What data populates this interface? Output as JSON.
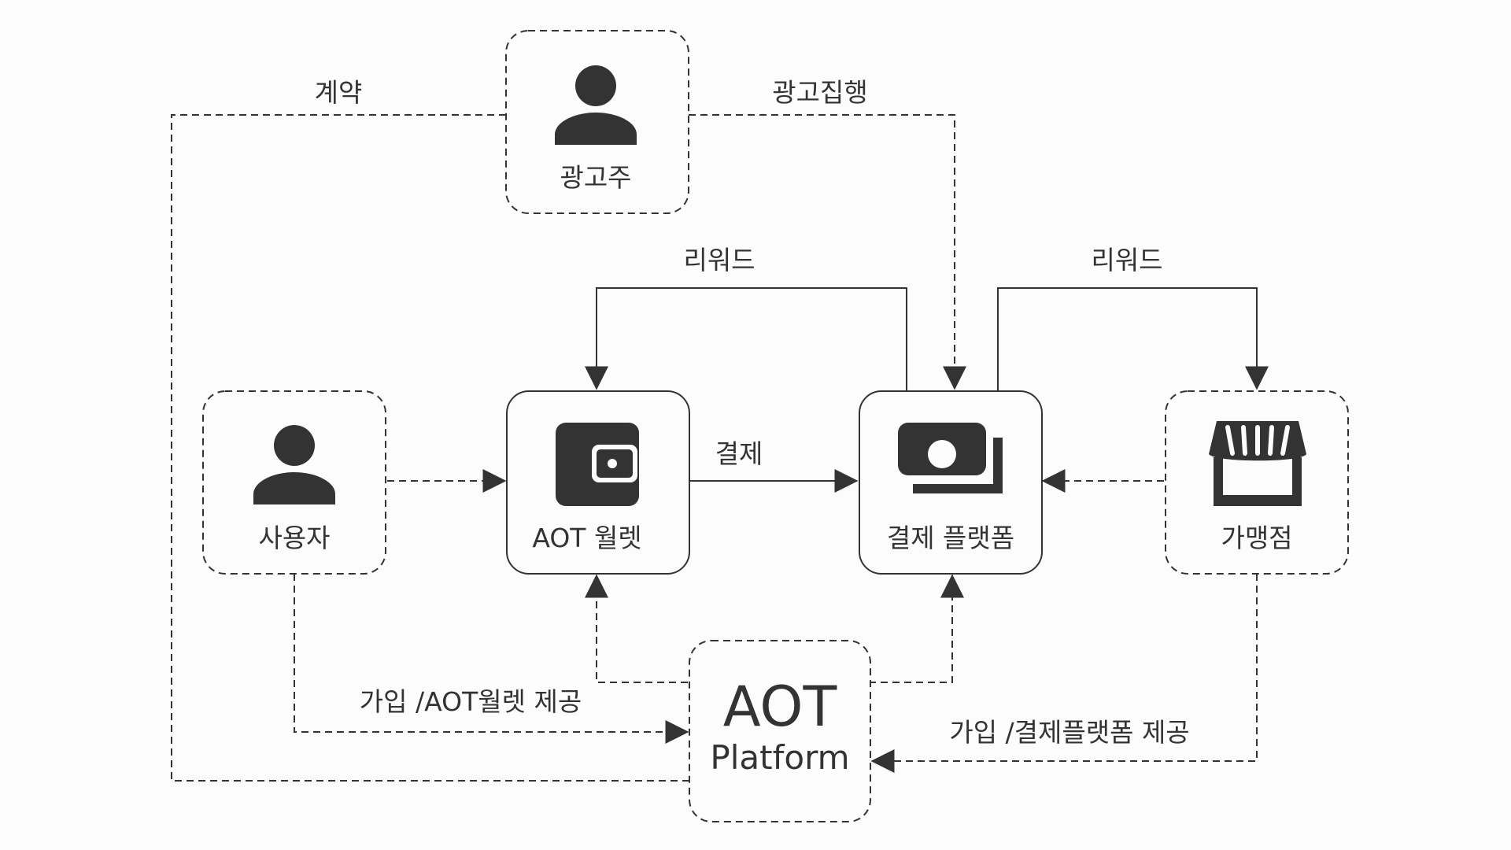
{
  "nodes": {
    "advertiser": {
      "label": "광고주",
      "icon": "person-icon"
    },
    "user": {
      "label": "사용자",
      "icon": "person-icon"
    },
    "wallet": {
      "label": "AOT 월렛",
      "icon": "wallet-icon"
    },
    "payment_platform": {
      "label": "결제 플랫폼",
      "icon": "payment-cash-icon"
    },
    "merchant": {
      "label": "가맹점",
      "icon": "storefront-icon"
    },
    "aot_platform": {
      "title": "AOT",
      "subtitle": "Platform"
    }
  },
  "edges": {
    "contract": "계약",
    "ad_execution": "광고집행",
    "reward_to_wallet": "리워드",
    "reward_to_merchant": "리워드",
    "payment": "결제",
    "user_signup": "가입 /AOT월렛 제공",
    "merchant_signup": "가입 /결제플랫폼 제공"
  },
  "colors": {
    "background": "#fcfcfc",
    "stroke": "#333333",
    "icon": "#333333",
    "text": "#333333"
  }
}
